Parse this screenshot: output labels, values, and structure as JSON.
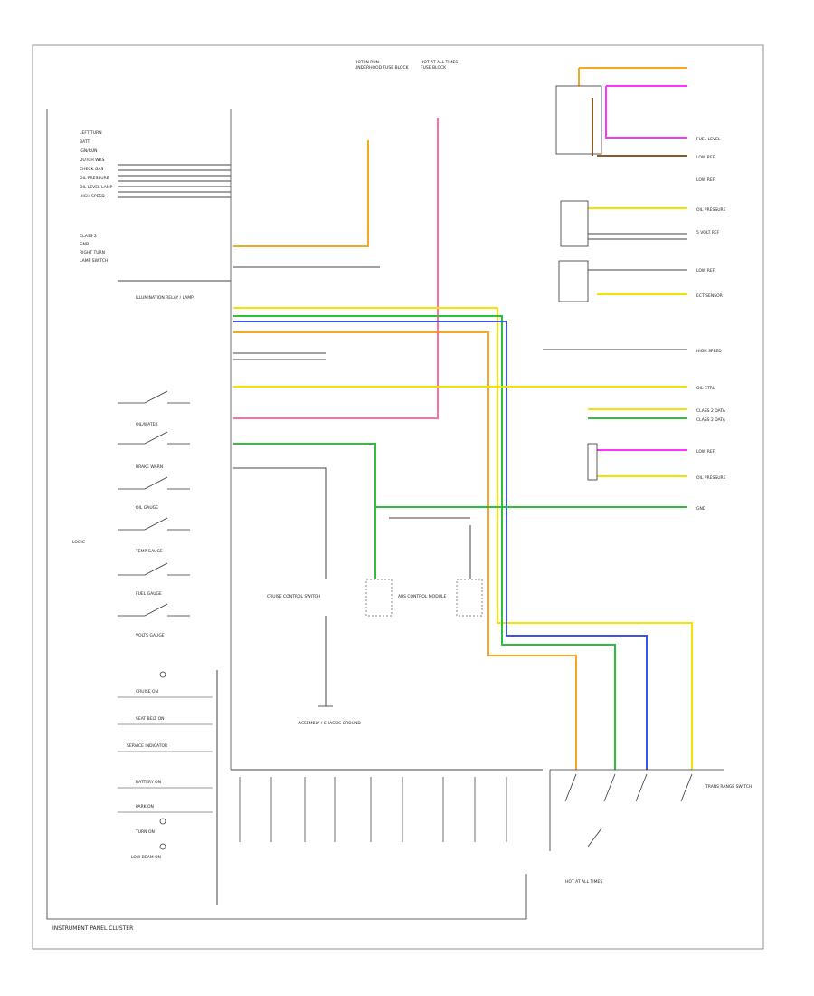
{
  "title": "INSTRUMENT PANEL CLUSTER",
  "footer_code": "",
  "top_connectors": [
    {
      "id": "hot-in-run",
      "label": "HOT IN RUN",
      "sub": "UNDERHOOD FUSE BLOCK"
    },
    {
      "id": "hot-at-all-times",
      "label": "HOT AT ALL TIMES",
      "sub": "FUSE BLOCK"
    }
  ],
  "right_circuits": [
    {
      "id": "fuel-level",
      "label": "FUEL LEVEL"
    },
    {
      "id": "low-ref-1",
      "label": "LOW REF"
    },
    {
      "id": "low-ref-2",
      "label": "LOW REF"
    },
    {
      "id": "oil-pressure-1",
      "label": "OIL PRESSURE"
    },
    {
      "id": "5v-ref",
      "label": "5 VOLT REF"
    },
    {
      "id": "low-ref-3",
      "label": "LOW REF"
    },
    {
      "id": "ect-sensor",
      "label": "ECT SENSOR"
    },
    {
      "id": "high-speed",
      "label": "HIGH SPEED"
    },
    {
      "id": "oil-ctrl",
      "label": "OIL CTRL"
    },
    {
      "id": "class2-data-1",
      "label": "CLASS 2 DATA"
    },
    {
      "id": "class2-data-2",
      "label": "CLASS 2 DATA"
    },
    {
      "id": "low-ref-4",
      "label": "LOW REF"
    },
    {
      "id": "oil-pressure-2",
      "label": "OIL PRESSURE"
    },
    {
      "id": "gnd",
      "label": "GND"
    }
  ],
  "left_inputs": [
    {
      "id": "left-turn",
      "label": "LEFT TURN"
    },
    {
      "id": "batt",
      "label": "BATT"
    },
    {
      "id": "ign",
      "label": "IGN/RUN"
    },
    {
      "id": "dutch-wks",
      "label": "DUTCH WKS"
    },
    {
      "id": "check-gas",
      "label": "CHECK GAS"
    },
    {
      "id": "oil-pressure-in",
      "label": "OIL PRESSURE"
    },
    {
      "id": "oil-lamp",
      "label": "OIL LEVEL LAMP"
    },
    {
      "id": "high-speed-in",
      "label": "HIGH SPEED"
    }
  ],
  "left_lower_inputs": [
    {
      "id": "class-2",
      "label": "CLASS 2"
    },
    {
      "id": "gnd-in",
      "label": "GND"
    },
    {
      "id": "right-turn",
      "label": "RIGHT TURN"
    },
    {
      "id": "ext-lamp",
      "label": "LAMP SWITCH"
    }
  ],
  "illumination_label": "ILLUMINATION RELAY / LAMP",
  "switch_labels": [
    {
      "id": "sw-1",
      "label": "OIL/WATER"
    },
    {
      "id": "sw-2",
      "label": "BRAKE WARN"
    },
    {
      "id": "sw-3",
      "label": "OIL GAUGE"
    },
    {
      "id": "sw-4",
      "label": "TEMP GAUGE"
    },
    {
      "id": "sw-5",
      "label": "FUEL GAUGE"
    },
    {
      "id": "sw-6",
      "label": "VOLTS GAUGE"
    }
  ],
  "logic_label": "LOGIC",
  "lamp_labels": [
    {
      "id": "lamp-1",
      "label": "CRUISE ON"
    },
    {
      "id": "lamp-2",
      "label": "SEAT BELT ON"
    },
    {
      "id": "lamp-3",
      "label": "SERVICE INDICATOR"
    },
    {
      "id": "lamp-4",
      "label": "BATTERY ON"
    },
    {
      "id": "lamp-5",
      "label": "PARK ON"
    },
    {
      "id": "lamp-6",
      "label": "TURN ON"
    },
    {
      "id": "lamp-7",
      "label": "LOW BEAM ON"
    }
  ],
  "center_components": [
    {
      "id": "c1",
      "label": "CRUISE CONTROL SWITCH"
    },
    {
      "id": "c2",
      "label": "ABS CONTROL MODULE"
    },
    {
      "id": "c3",
      "label": "ASSEMBLY / CHASSIS GROUND"
    }
  ],
  "bottom_right": {
    "label": "TRANS RANGE SWITCH",
    "sub": "HOT AT ALL TIMES"
  },
  "colors": {
    "orange": "#f5a623",
    "pink": "#ff6fa5",
    "magenta": "#ff33ff",
    "yellow": "#f2e400",
    "green": "#2fbf3a",
    "blue": "#3a56e8",
    "brown": "#8b5a2b",
    "black": "#333333"
  }
}
